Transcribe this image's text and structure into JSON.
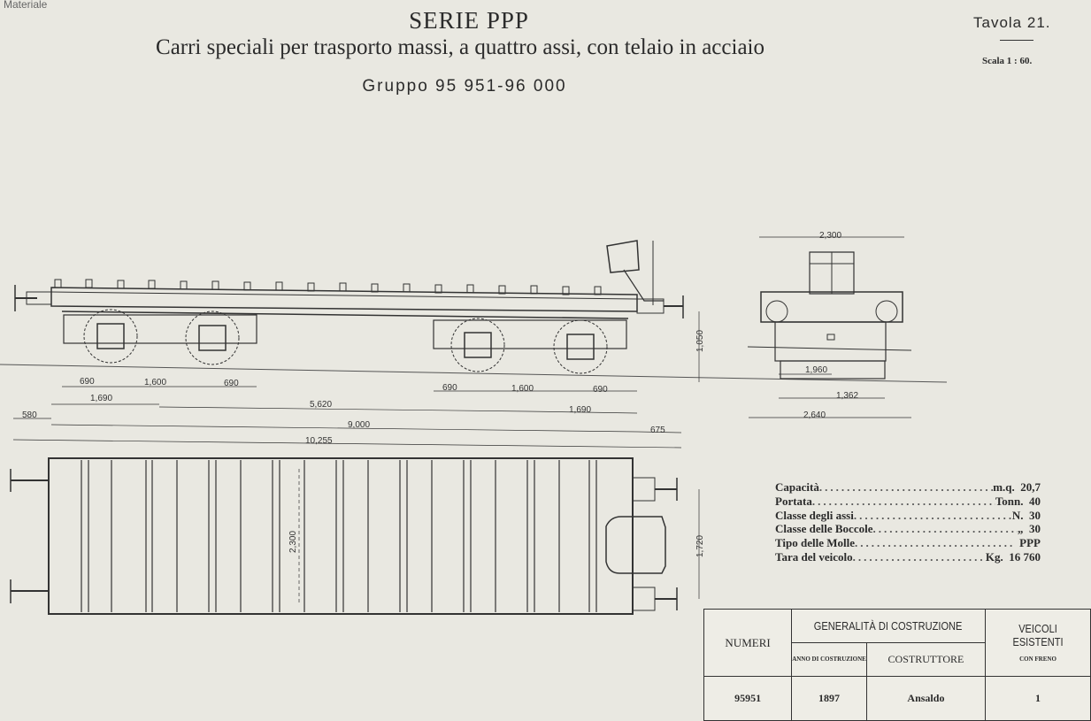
{
  "header": {
    "corner_label": "Materiale",
    "title": "SERIE PPP",
    "subtitle": "Carri speciali per trasporto massi, a quattro assi, con telaio in acciaio",
    "group": "Gruppo 95 951-96 000",
    "plate": "Tavola 21.",
    "scale": "Scala 1 : 60."
  },
  "dimensions": {
    "side": [
      "690",
      "1,600",
      "690",
      "690",
      "1,600",
      "690",
      "1,690",
      "5,620",
      "1,690",
      "580",
      "9,000",
      "675",
      "10,255",
      "1,050"
    ],
    "end": [
      "2,300",
      "1,960",
      "1,362",
      "2,640"
    ],
    "plan": [
      "2,300",
      "1,720"
    ]
  },
  "specs": [
    {
      "label": "Capacità",
      "unit": "m.q.",
      "value": "20,7"
    },
    {
      "label": "Portata",
      "unit": "Tonn.",
      "value": "40"
    },
    {
      "label": "Classe degli assi",
      "unit": "N.",
      "value": "30"
    },
    {
      "label": "Classe delle Boccole",
      "unit": "„",
      "value": "30"
    },
    {
      "label": "Tipo delle Molle",
      "unit": "",
      "value": "PPP"
    },
    {
      "label": "Tara del veicolo",
      "unit": "Kg.",
      "value": "16 760"
    }
  ],
  "table": {
    "col_numeri": "NUMERI",
    "col_generalita": "GENERALITÀ DI COSTRUZIONE",
    "col_anno": "ANNO DI COSTRUZIONE",
    "col_costruttore": "COSTRUTTORE",
    "col_veicoli": "VEICOLI ESISTENTI",
    "col_freno": "CON FRENO",
    "rows": [
      {
        "numeri": "95951",
        "anno": "1897",
        "costruttore": "Ansaldo",
        "veicoli": "1"
      }
    ]
  }
}
